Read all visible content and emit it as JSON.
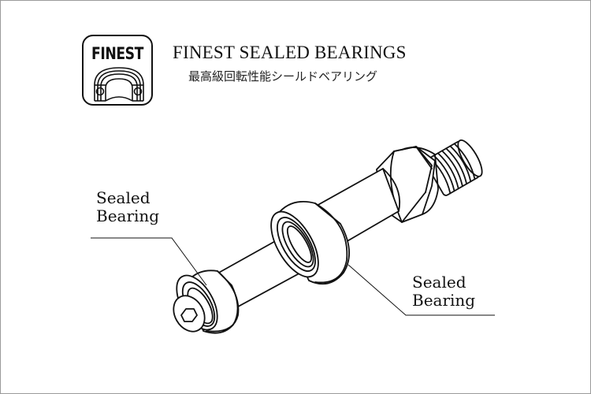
{
  "logo": {
    "text": "FINEST",
    "icon": "bearing-cross-section-icon"
  },
  "header": {
    "title": "FINEST SEALED BEARINGS",
    "subtitle": "最高級回転性能シールドベアリング"
  },
  "callouts": [
    {
      "line1": "Sealed",
      "line2": "Bearing",
      "target": "front-bearing"
    },
    {
      "line1": "Sealed",
      "line2": "Bearing",
      "target": "middle-bearing"
    }
  ],
  "colors": {
    "line": "#111111",
    "frame": "#9a9a9a",
    "background": "#ffffff"
  }
}
